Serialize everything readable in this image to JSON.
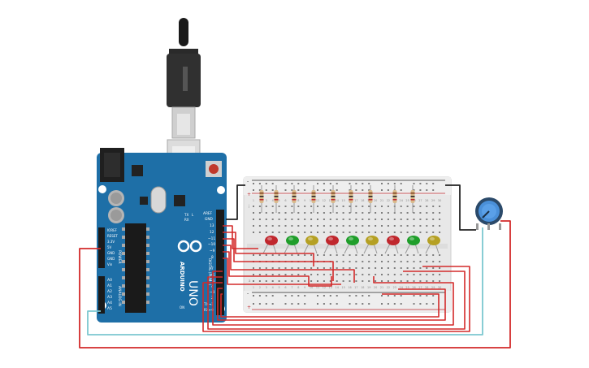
{
  "board": {
    "brand": "ARDUINO",
    "model": "UNO",
    "header_power": "POWER",
    "header_analog": "ANALOG IN",
    "header_digital": "DIGITAL (PWM~)",
    "top_pins": [
      "AREF",
      "GND",
      "13",
      "12",
      "~11",
      "~10",
      "~9",
      "8"
    ],
    "lower_digital_pins": [
      "7",
      "~6",
      "~5",
      "4",
      "~3",
      "2",
      "TX→1",
      "RX←0"
    ],
    "power_pins": [
      "IOREF",
      "RESET",
      "3.3V",
      "5V",
      "GND",
      "GND",
      "Vin"
    ],
    "analog_pins": [
      "A0",
      "A1",
      "A2",
      "A3",
      "A4",
      "A5"
    ],
    "tx_led": "TX",
    "rx_led": "RX",
    "l_led": "L",
    "on_led": "ON"
  },
  "breadboard": {
    "columns": [
      "1",
      "2",
      "3",
      "4",
      "5",
      "6",
      "7",
      "8",
      "9",
      "10",
      "11",
      "12",
      "13",
      "14",
      "15",
      "16",
      "17",
      "18",
      "19",
      "20",
      "21",
      "22",
      "23",
      "24",
      "25",
      "26",
      "27",
      "28",
      "29",
      "30"
    ],
    "rows_top": [
      "j",
      "i",
      "h",
      "g",
      "f"
    ],
    "rows_bottom": [
      "e",
      "d",
      "c",
      "b",
      "a"
    ],
    "rail_plus": "+",
    "rail_minus": "-"
  },
  "components": {
    "resistor_count": 9,
    "led_colors": [
      "#c0272d",
      "#1f9e2a",
      "#b5a023",
      "#c0272d",
      "#1f9e2a",
      "#b5a023",
      "#c0272d",
      "#1f9e2a",
      "#b5a023"
    ],
    "potentiometer": "potentiometer-knob"
  },
  "colors": {
    "board": "#1e6fa7",
    "board_dark": "#155785",
    "breadboard": "#e8e8e8",
    "wire_red": "#d32a2a",
    "wire_cyan": "#7cc8d0",
    "wire_black": "#222222"
  }
}
